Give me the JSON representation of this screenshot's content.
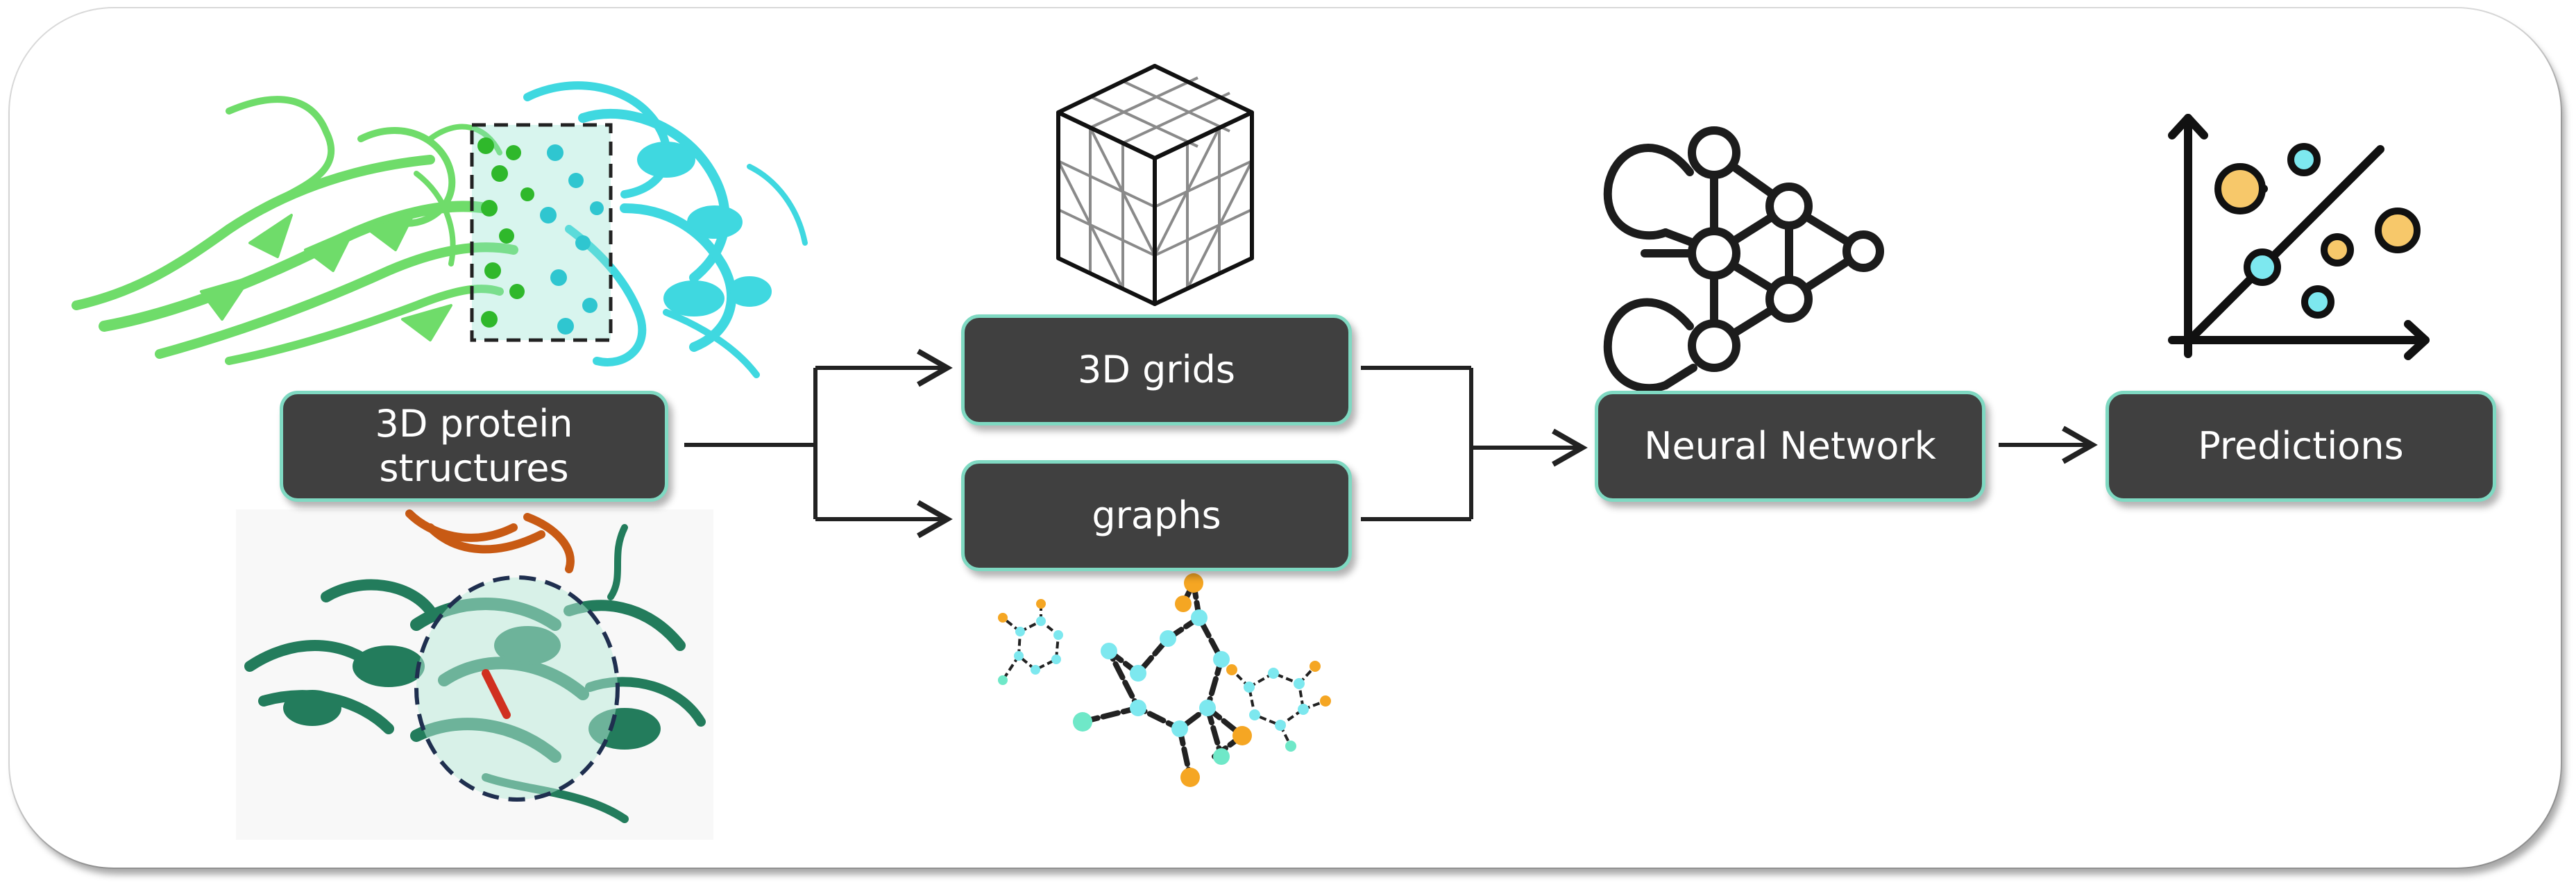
{
  "nodes": {
    "protein": "3D protein\nstructures",
    "grids": "3D grids",
    "graphs": "graphs",
    "nn": "Neural Network",
    "predictions": "Predictions"
  },
  "colors": {
    "box_fill": "#404040",
    "box_border": "#7fd9c2",
    "protein_top_left": "#6fdc6a",
    "protein_top_right": "#3fd8e0",
    "protein_bottom": "#237c5c",
    "protein_bottom_ligand": "#c85a14",
    "graph_cyan": "#7de8ef",
    "graph_orange": "#f5a623",
    "graph_mint": "#6fe8c8",
    "scatter_yellow": "#f7c86a",
    "scatter_cyan": "#7de8ef"
  },
  "icons": [
    "protein-structure-image",
    "cube-grid-icon",
    "molecular-graph-icon",
    "neural-network-icon",
    "scatter-plot-icon"
  ]
}
